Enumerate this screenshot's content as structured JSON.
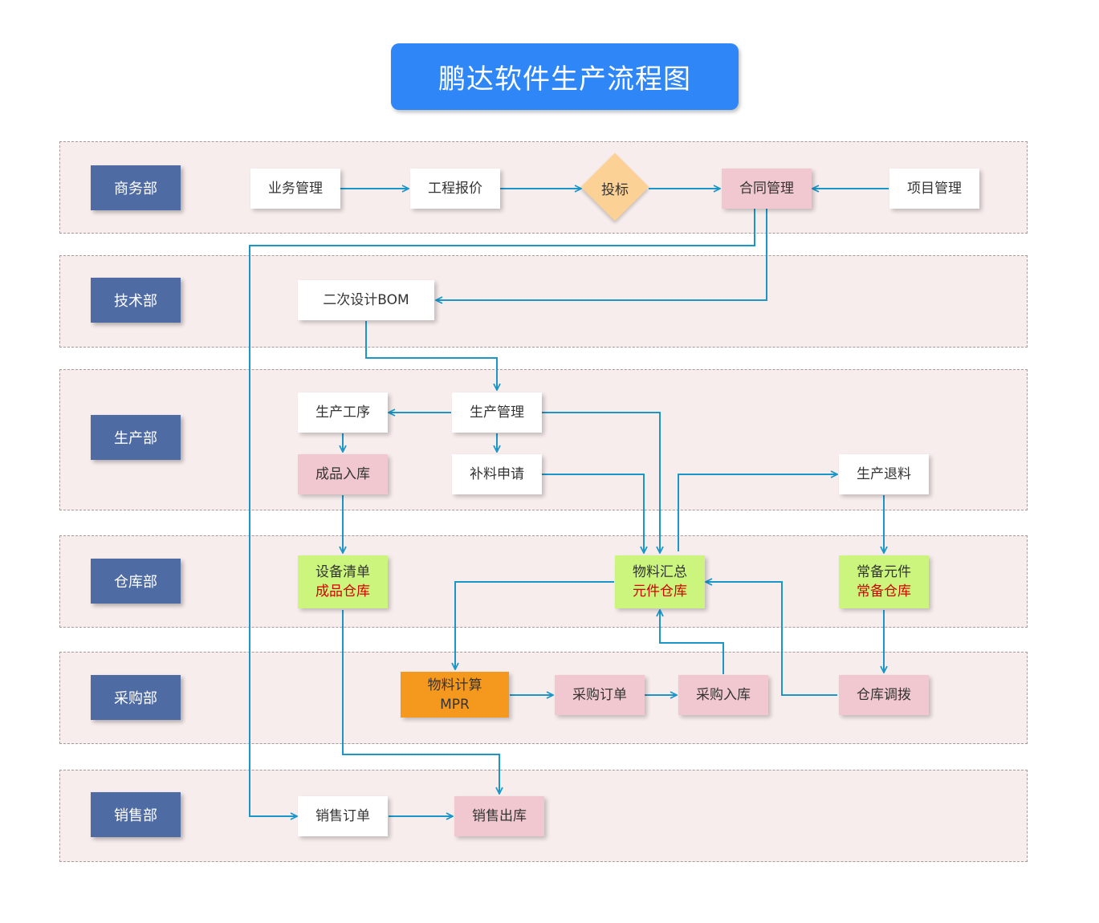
{
  "title": "鹏达软件生产流程图",
  "departments": [
    "商务部",
    "技术部",
    "生产部",
    "仓库部",
    "采购部",
    "销售部"
  ],
  "nodes": {
    "yewu_guanli": "业务管理",
    "gongcheng_baojia": "工程报价",
    "toubiao": "投标",
    "hetong_guanli": "合同管理",
    "xiangmu_guanli": "项目管理",
    "erci_sheji_bom": "二次设计BOM",
    "shengchan_gongxu": "生产工序",
    "shengchan_guanli": "生产管理",
    "chengpin_ruku": "成品入库",
    "buliao_shenqing": "补料申请",
    "shengchan_tuiliao": "生产退料",
    "shebei_qingdan": {
      "line1": "设备清单",
      "line2": "成品仓库"
    },
    "wuliao_huizong": {
      "line1": "物料汇总",
      "line2": "元件仓库"
    },
    "changbei_yuanjian": {
      "line1": "常备元件",
      "line2": "常备仓库"
    },
    "wuliao_jisuan": {
      "line1": "物料计算",
      "line2": "MPR"
    },
    "caigou_dingdan": "采购订单",
    "caigou_ruku": "采购入库",
    "cangku_diaobo": "仓库调拨",
    "xiaoshou_dingdan": "销售订单",
    "xiaoshou_chuku": "销售出库"
  },
  "colors": {
    "title_bg": "#2f86f6",
    "dept_bg": "#4e6ba3",
    "lane_bg": "#f8eded",
    "arrow": "#1a96c8",
    "node_pink": "#f1c8cf",
    "node_green": "#cbf57d",
    "node_orange": "#f5981e",
    "diamond": "#fcd196",
    "secondary_text": "#d40000"
  }
}
